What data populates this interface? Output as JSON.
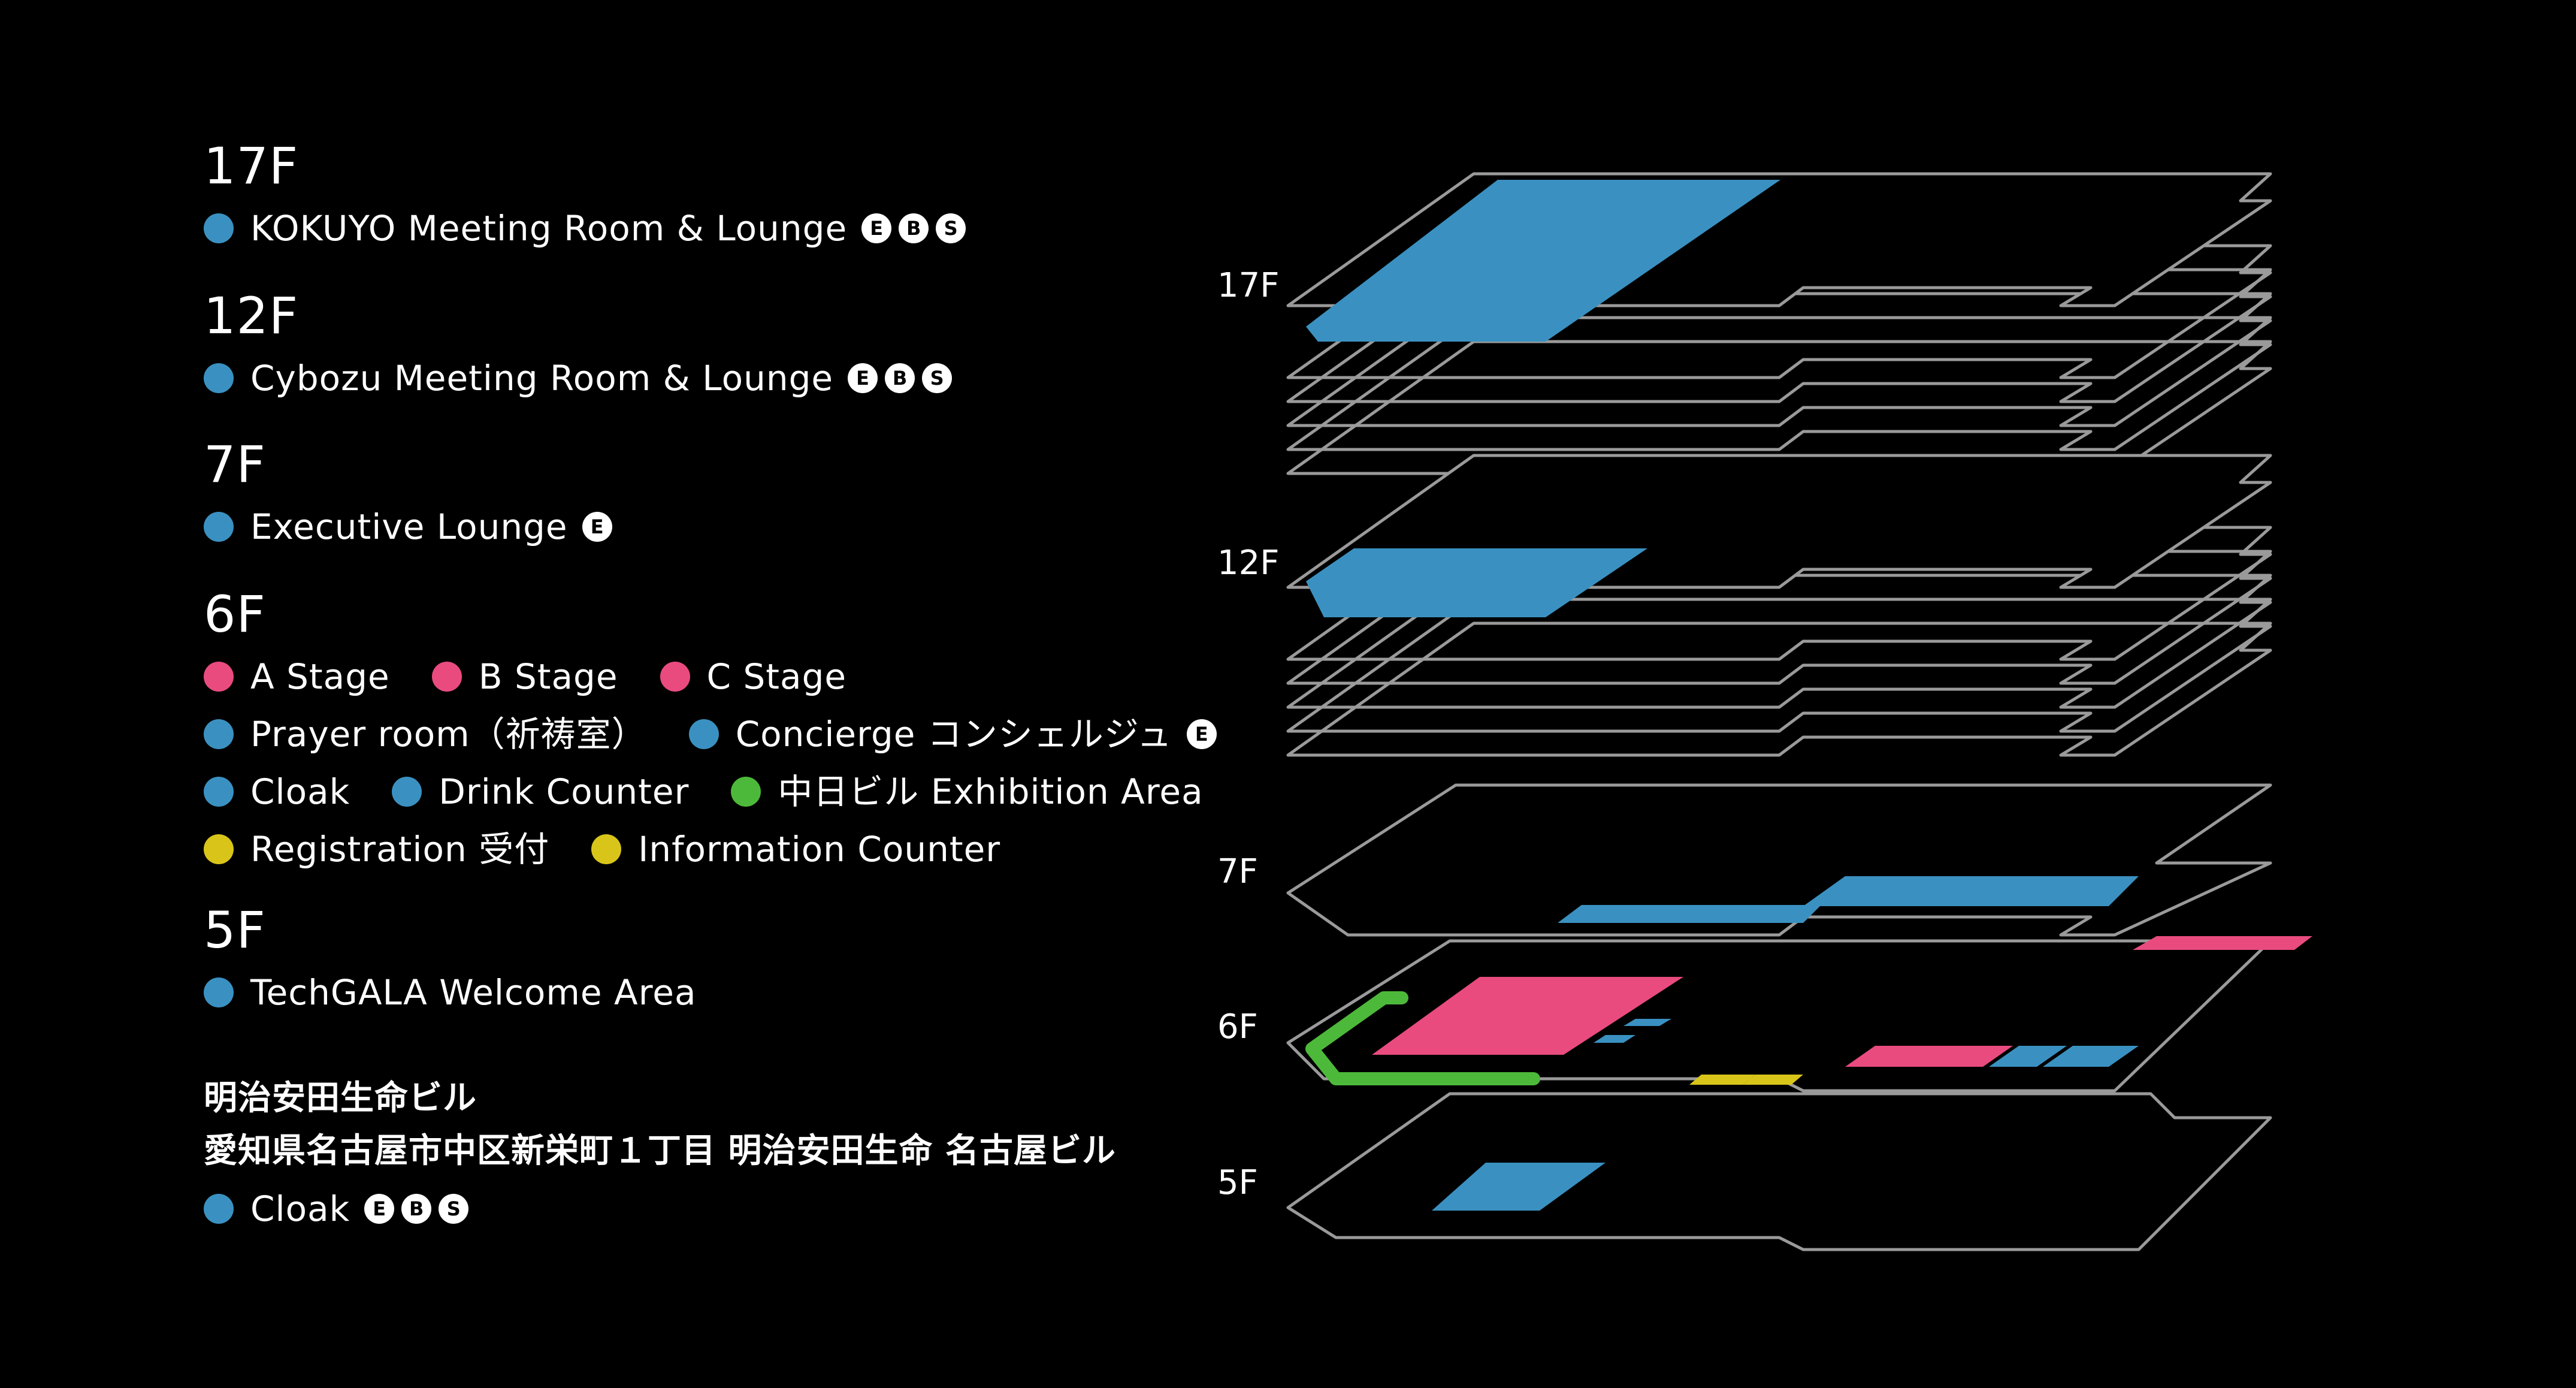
{
  "colors": {
    "blue": "#3a91c1",
    "pink": "#e94b7f",
    "green": "#4db93a",
    "yellow": "#d9c51a",
    "outline": "#9a9a9a"
  },
  "legend": {
    "f17": {
      "title": "17F",
      "item": {
        "label": "KOKUYO Meeting Room & Lounge",
        "badges": [
          "E",
          "B",
          "S"
        ]
      }
    },
    "f12": {
      "title": "12F",
      "item": {
        "label": "Cybozu Meeting Room & Lounge",
        "badges": [
          "E",
          "B",
          "S"
        ]
      }
    },
    "f7": {
      "title": "7F",
      "item": {
        "label": "Executive Lounge",
        "badges": [
          "E"
        ]
      }
    },
    "f6": {
      "title": "6F",
      "a_stage": "A Stage",
      "b_stage": "B Stage",
      "c_stage": "C Stage",
      "prayer": "Prayer room（祈祷室）",
      "concierge": "Concierge コンシェルジュ",
      "concierge_badges": [
        "E"
      ],
      "cloak": "Cloak",
      "drink": "Drink Counter",
      "exhibition": "中日ビル Exhibition Area",
      "registration": "Registration 受付",
      "information": "Information Counter"
    },
    "f5": {
      "title": "5F",
      "item": {
        "label": "TechGALA Welcome Area"
      }
    }
  },
  "venue": {
    "name": "明治安田生命ビル",
    "address": "愛知県名古屋市中区新栄町１丁目 明治安田生命 名古屋ビル",
    "cloak": "Cloak",
    "badges": [
      "E",
      "B",
      "S"
    ]
  },
  "diagram": {
    "floor_labels": [
      "17F",
      "12F",
      "7F",
      "6F",
      "5F"
    ]
  }
}
